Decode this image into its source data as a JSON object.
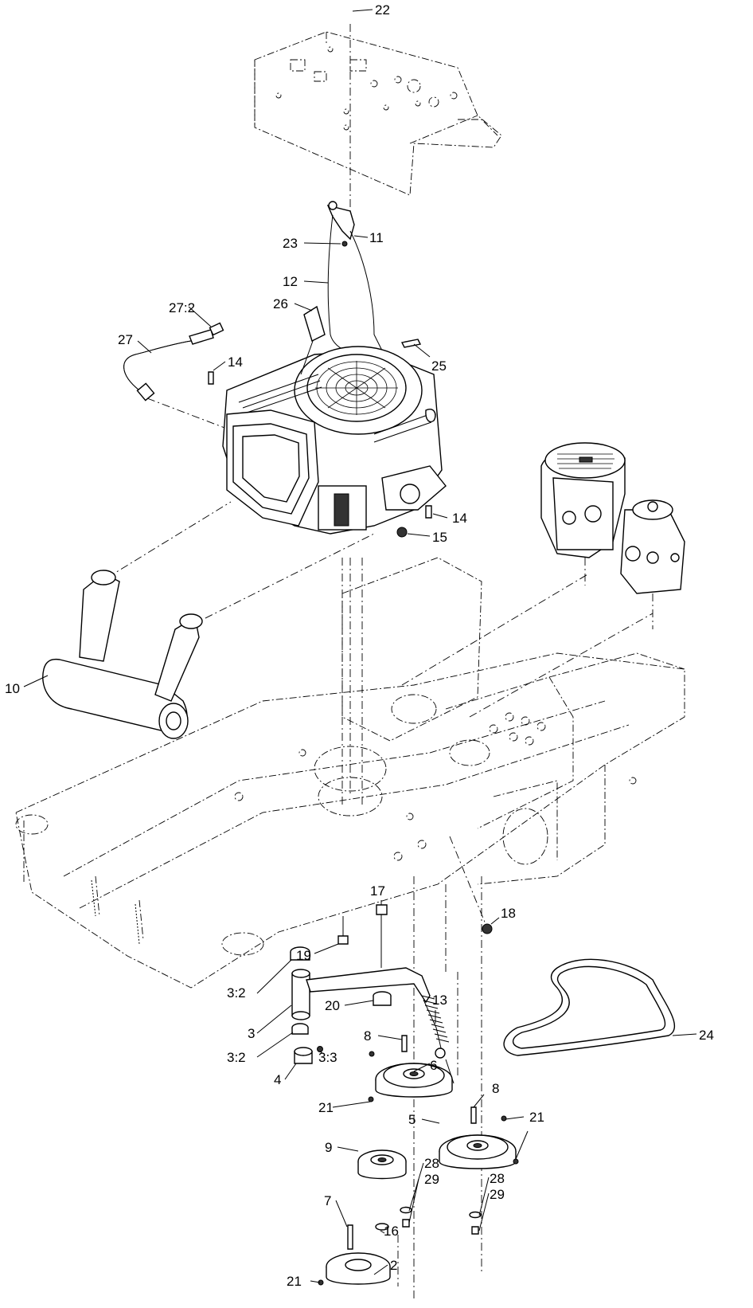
{
  "diagram": {
    "callouts": [
      "22",
      "11",
      "23",
      "12",
      "26",
      "27:2",
      "27",
      "25",
      "14",
      "14",
      "15",
      "10",
      "17",
      "18",
      "19",
      "13",
      "3:2",
      "3",
      "20",
      "3:2",
      "3:3",
      "8",
      "4",
      "6",
      "21",
      "8",
      "21",
      "5",
      "9",
      "28",
      "29",
      "28",
      "29",
      "7",
      "16",
      "21",
      "2",
      "24"
    ]
  }
}
